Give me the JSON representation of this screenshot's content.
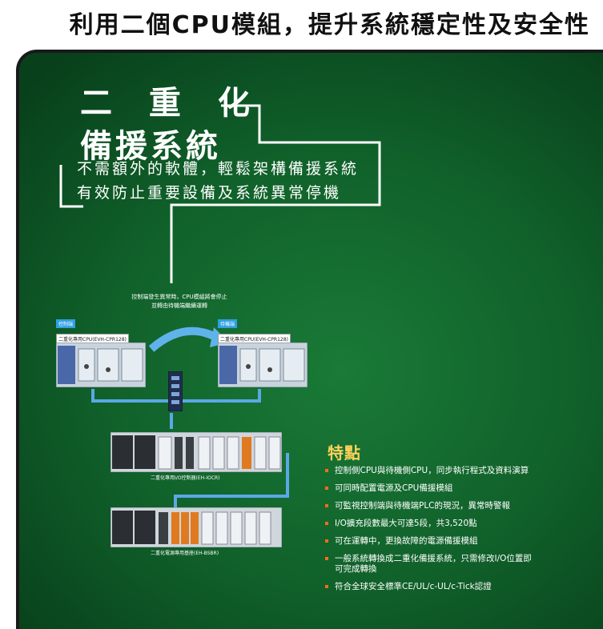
{
  "headline": "利用二個CPU模組，提升系統穩定性及安全性",
  "title": {
    "line1": "二 重 化",
    "line2": "備援系統"
  },
  "subtitle": {
    "line1": "不需額外的軟體，輕鬆架構備援系統",
    "line2": "有效防止重要設備及系統異常停機"
  },
  "diagram": {
    "note_line1": "控制端發生異常時，CPU模組將會停止",
    "note_line2": "並轉由待機端繼續運轉",
    "control_tag": "控制端",
    "standby_tag": "待機端",
    "cpu_model_left": "二重化專用CPU(EVH-CPR128)",
    "cpu_model_right": "二重化專用CPU(EVH-CPR128)",
    "io_caption": "二重化專用I/O控制器(EH-IOCR)",
    "base_caption": "二重化電源專用基座(EH-BSBR)"
  },
  "features": {
    "title": "特點",
    "items": [
      "控制側CPU與待機側CPU，同步執行程式及資料演算",
      "可同時配置電源及CPU備援模組",
      "可監視控制端與待機端PLC的現況，異常時警報",
      "I/O擴充段數最大可達5段，共3,520點",
      "可在運轉中，更換故障的電源備援模組",
      "一般系統轉換成二重化備援系統，只需修改I/O位置即",
      "符合全球安全標準CE/UL/c-UL/c-Tick認證"
    ],
    "item6_cont": "可完成轉換"
  },
  "colors": {
    "panel": "#10602a",
    "accent": "#ffd25a",
    "bullet": "#ff6b1a",
    "cable": "#5aa8e6"
  }
}
